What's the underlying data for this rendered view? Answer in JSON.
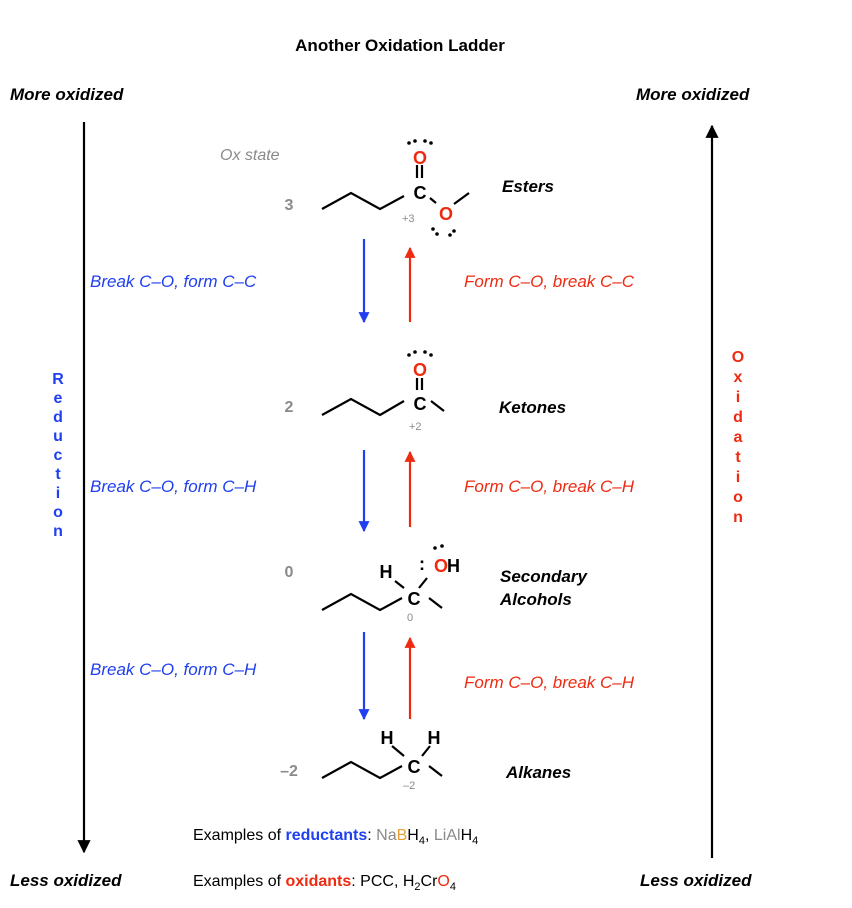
{
  "title": "Another Oxidation Ladder",
  "labels": {
    "top_left": "More oxidized",
    "top_right": "More oxidized",
    "bottom_left": "Less oxidized",
    "bottom_right": "Less oxidized",
    "ox_state_header": "Ox state",
    "reduction_letters": [
      "R",
      "e",
      "d",
      "u",
      "c",
      "t",
      "i",
      "o",
      "n"
    ],
    "oxidation_letters": [
      "O",
      "x",
      "i",
      "d",
      "a",
      "t",
      "i",
      "o",
      "n"
    ]
  },
  "colors": {
    "reduction": "#1f3ff0",
    "oxidation": "#ee2a10",
    "gray": "#8a8a8a",
    "boron": "#e8a030",
    "black": "#000000"
  },
  "levels": [
    {
      "ox_state": "3",
      "class_lines": [
        "Esters"
      ],
      "carbon_ox": "+3"
    },
    {
      "ox_state": "2",
      "class_lines": [
        "Ketones"
      ],
      "carbon_ox": "+2"
    },
    {
      "ox_state": "0",
      "class_lines": [
        "Secondary",
        "Alcohols"
      ],
      "carbon_ox": "0"
    },
    {
      "ox_state": "–2",
      "class_lines": [
        "Alkanes"
      ],
      "carbon_ox": "–2"
    }
  ],
  "transitions": [
    {
      "reduction": "Break C–O, form C–C",
      "oxidation": "Form C–O, break C–C"
    },
    {
      "reduction": "Break C–O, form C–H",
      "oxidation": "Form C–O, break C–H"
    },
    {
      "reduction": "Break C–O, form C–H",
      "oxidation": "Form C–O, break C–H"
    }
  ],
  "atoms": {
    "carbon": "C",
    "oxygen": "O",
    "hydrogen": "H",
    "hydroxyl": "OH",
    "lone_pair": ":"
  },
  "examples": {
    "reductants": {
      "prefix": "Examples of ",
      "keyword": "reductants",
      "colon": ": ",
      "r1_a": "Na",
      "r1_b": "B",
      "r1_c": "H",
      "r1_sub": "4",
      "sep": ", ",
      "r2_a": "LiAl",
      "r2_b": "H",
      "r2_sub": "4"
    },
    "oxidants": {
      "prefix": "Examples of ",
      "keyword": "oxidants",
      "colon": ": ",
      "o1": "PCC",
      "sep": ", ",
      "o2_a": "H",
      "o2_sub1": "2",
      "o2_b": "Cr",
      "o2_c": "O",
      "o2_sub2": "4"
    }
  }
}
